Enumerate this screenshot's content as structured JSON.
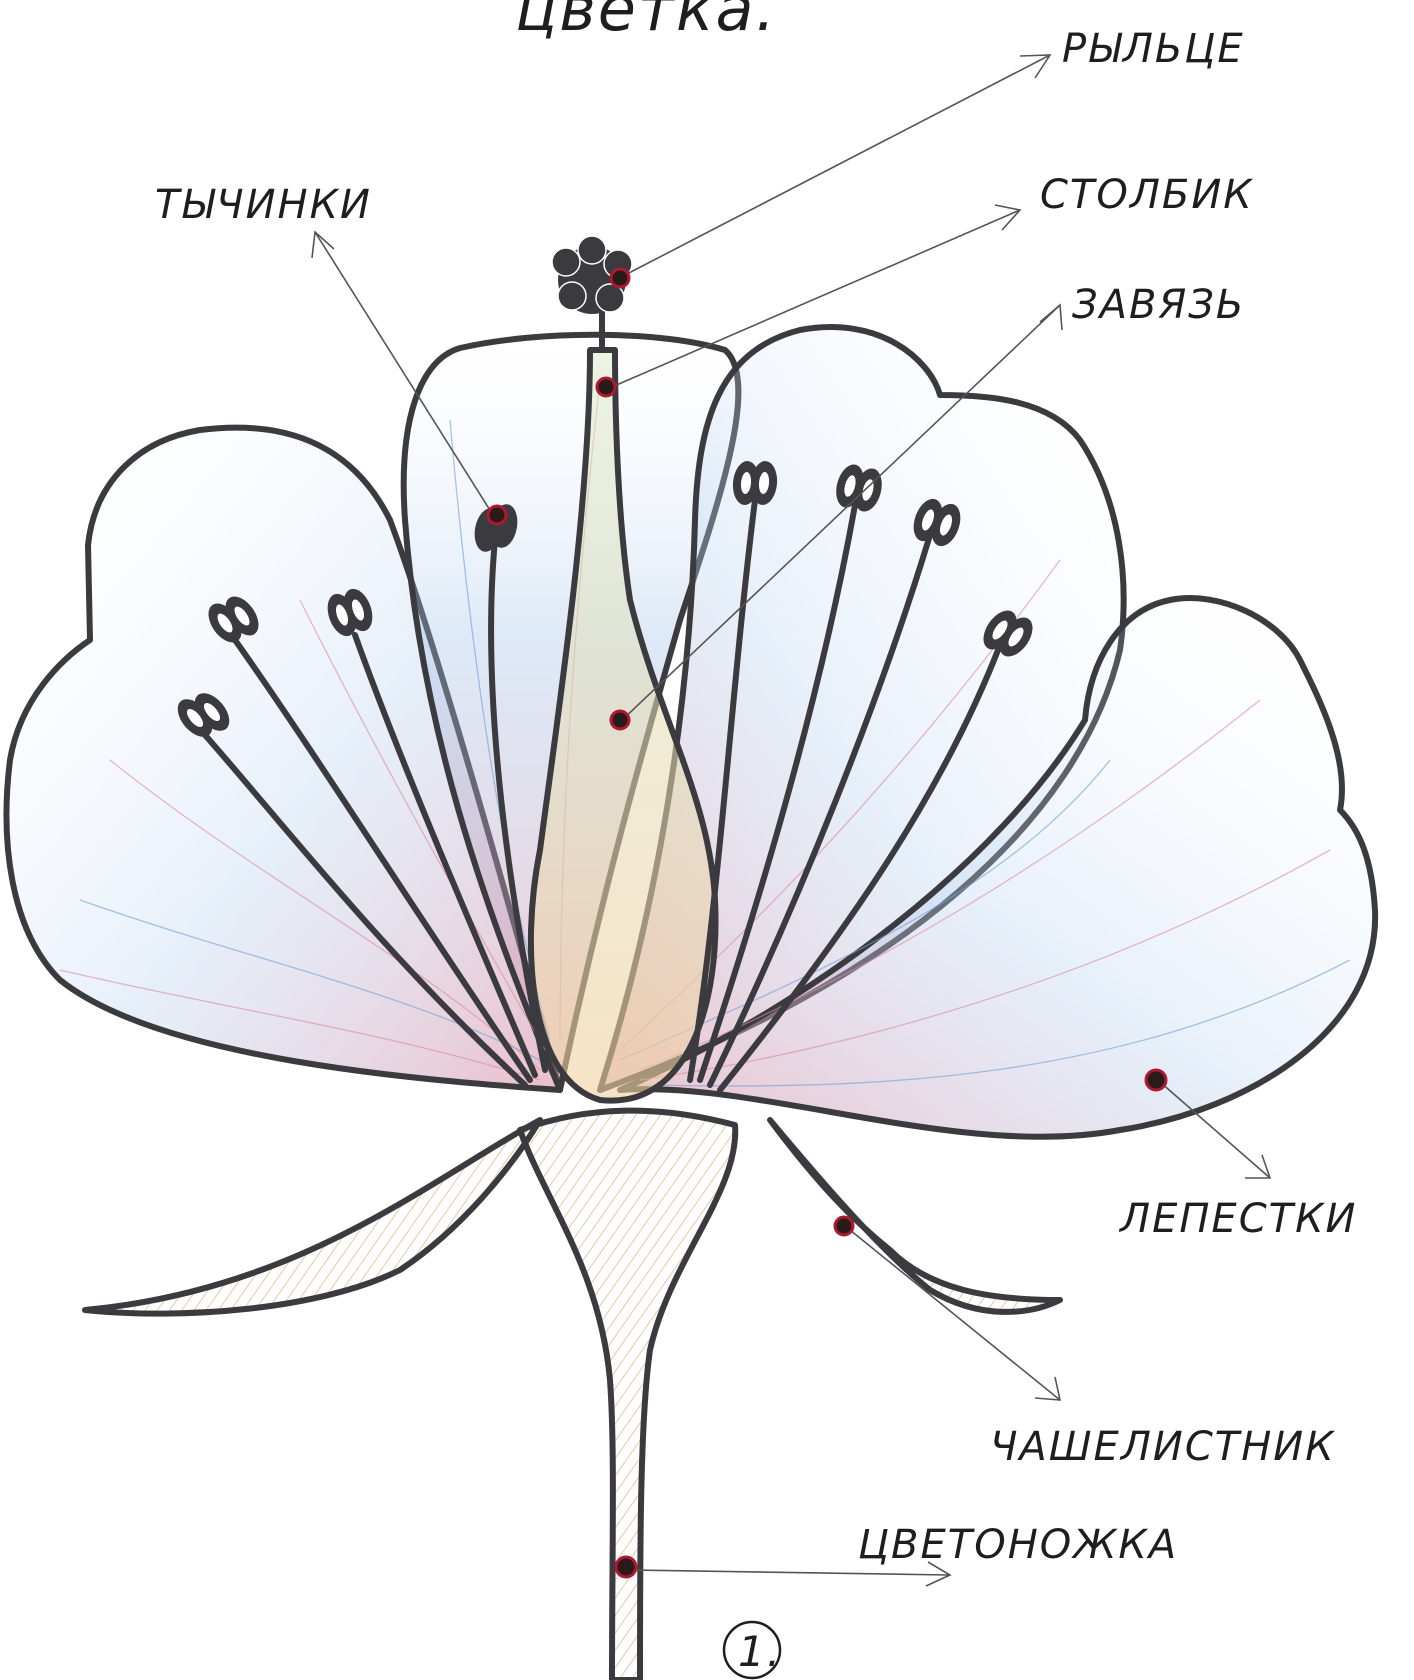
{
  "title_partial": "цветка.",
  "labels": {
    "stigma": "РЫЛЬЦЕ",
    "style": "СТОЛБИК",
    "ovary": "ЗАВЯЗЬ",
    "stamens": "ТЫЧИНКИ",
    "petals": "ЛЕПЕСТКИ",
    "sepal": "ЧАШЕЛИСТНИК",
    "pedicel": "ЦВЕТОНОЖКА"
  },
  "figure_number": "1.",
  "colors": {
    "ink": "#3b3b3f",
    "marker_red": "#b01830",
    "pencil_blue": "#6f9fd6",
    "pencil_pink": "#d98aa0"
  }
}
